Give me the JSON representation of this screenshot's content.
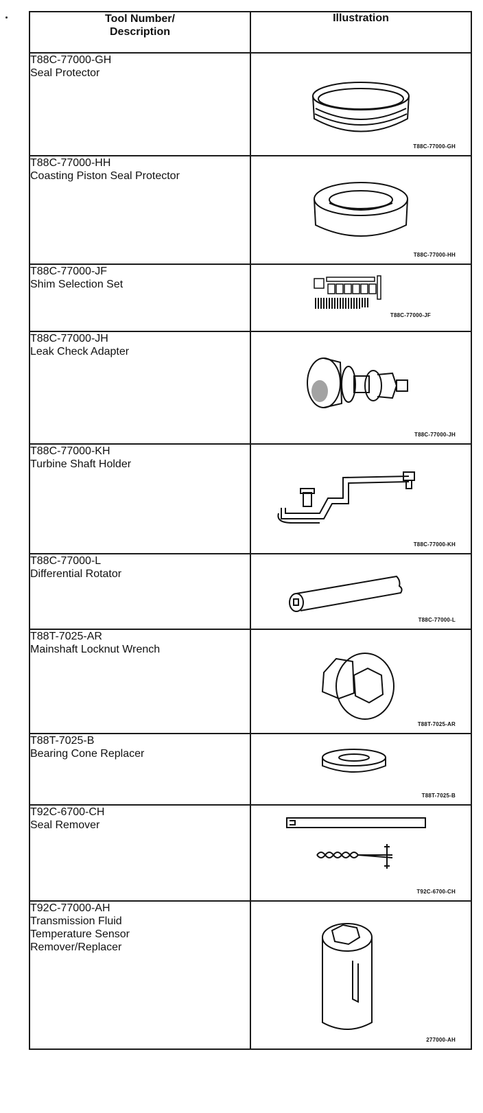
{
  "header": {
    "col1_line1": "Tool Number/",
    "col1_line2": "Description",
    "col2": "Illustration"
  },
  "rows": [
    {
      "number": "T88C-77000-GH",
      "desc": [
        "Seal Protector"
      ],
      "caption": "T88C-77000-GH",
      "icon": "seal-protector-ring-icon"
    },
    {
      "number": "T88C-77000-HH",
      "desc": [
        "Coasting Piston Seal Protector"
      ],
      "caption": "T88C-77000-HH",
      "icon": "thick-seal-ring-icon"
    },
    {
      "number": "T88C-77000-JF",
      "desc": [
        "Shim Selection Set"
      ],
      "caption": "T88C-77000-JF",
      "icon": "shim-set-icon"
    },
    {
      "number": "T88C-77000-JH",
      "desc": [
        "Leak Check Adapter"
      ],
      "caption": "T88C-77000-JH",
      "icon": "leak-adapter-icon"
    },
    {
      "number": "T88C-77000-KH",
      "desc": [
        "Turbine Shaft Holder"
      ],
      "caption": "T88C-77000-KH",
      "icon": "shaft-holder-bracket-icon"
    },
    {
      "number": "T88C-77000-L",
      "desc": [
        "Differential Rotator"
      ],
      "caption": "T88C-77000-L",
      "icon": "rotator-tube-icon"
    },
    {
      "number": "T88T-7025-AR",
      "desc": [
        "Mainshaft Locknut Wrench"
      ],
      "caption": "T88T-7025-AR",
      "icon": "hex-socket-wrench-icon"
    },
    {
      "number": "T88T-7025-B",
      "desc": [
        "Bearing Cone Replacer"
      ],
      "caption": "T88T-7025-B",
      "icon": "cone-replacer-disc-icon"
    },
    {
      "number": "T92C-6700-CH",
      "desc": [
        "Seal Remover"
      ],
      "caption": "T92C-6700-CH",
      "icon": "seal-remover-rod-icon"
    },
    {
      "number": "T92C-77000-AH",
      "desc": [
        "Transmission Fluid",
        "Temperature Sensor",
        "Remover/Replacer"
      ],
      "caption": "277000-AH",
      "icon": "sensor-socket-icon"
    }
  ]
}
